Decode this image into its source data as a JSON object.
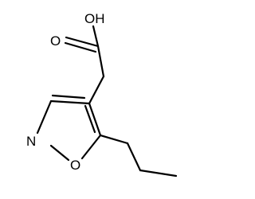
{
  "diagram": {
    "type": "structural-formula",
    "atoms": {
      "hydroxyl_label": "OH",
      "carbonyl_o_label": "O",
      "ring_n_label": "N",
      "ring_o_label": "O"
    },
    "colors": {
      "bond": "#000000",
      "text": "#000000",
      "background": "#ffffff"
    }
  }
}
